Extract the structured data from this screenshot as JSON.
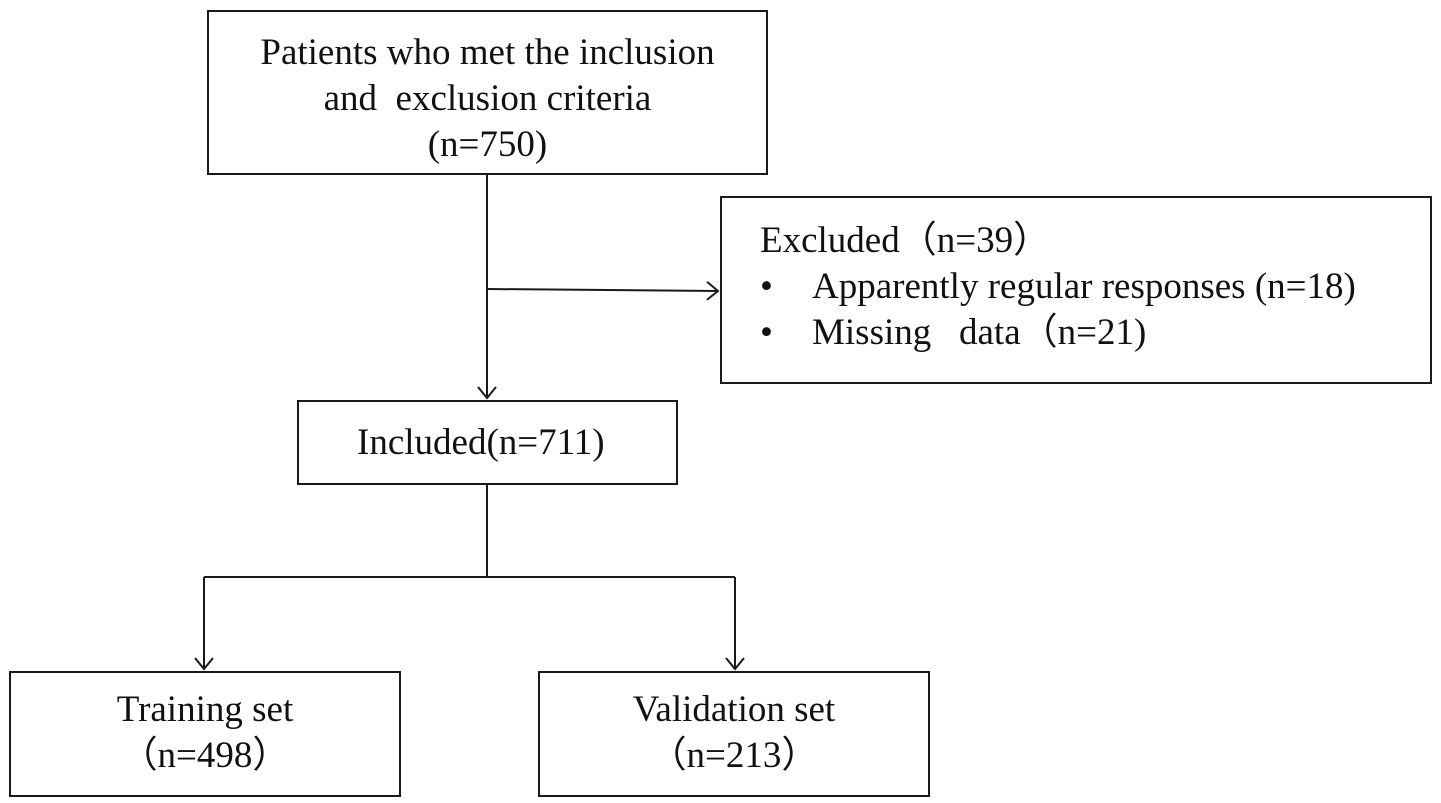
{
  "flowchart": {
    "eligible": {
      "line1": "Patients who met the inclusion",
      "line2": "and  exclusion criteria",
      "line3": "(n=750)"
    },
    "excluded": {
      "title": "Excluded（n=39）",
      "items": [
        {
          "bullet": "•",
          "text": "Apparently regular responses (n=18)"
        },
        {
          "bullet": "•",
          "text": "Missing   data（n=21)"
        }
      ]
    },
    "included": {
      "label": "Included(n=711)"
    },
    "training": {
      "line1": "Training set",
      "line2": "（n=498）"
    },
    "validation": {
      "line1": "Validation set",
      "line2": "（n=213）"
    }
  },
  "colors": {
    "line": "#1a1a1a",
    "background": "#ffffff"
  }
}
